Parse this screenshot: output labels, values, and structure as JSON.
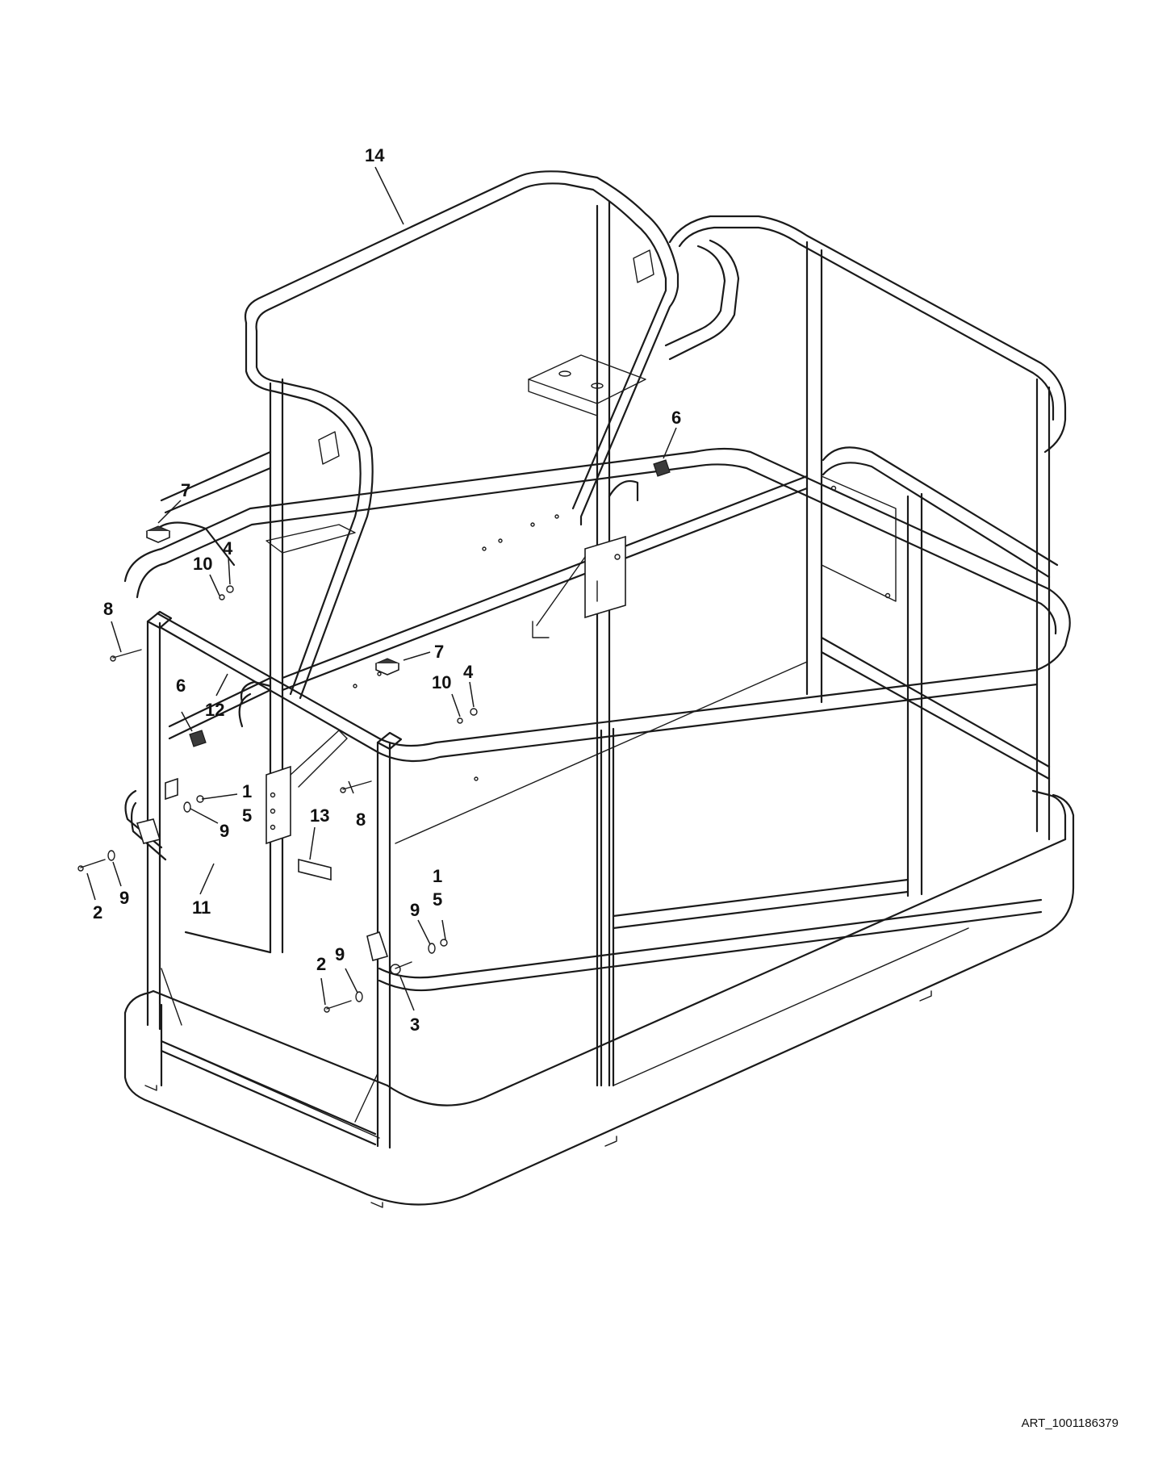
{
  "drawing": {
    "art_number": "ART_1001186379"
  },
  "callouts": {
    "c14": "14",
    "c6_right": "6",
    "c7_left": "7",
    "c10_left": "10",
    "c4_left": "4",
    "c8_left": "8",
    "c7_mid": "7",
    "c10_mid": "10",
    "c4_mid": "4",
    "c6_left": "6",
    "c12": "12",
    "c1_left": "1",
    "c5_left": "5",
    "c9_left_upper": "9",
    "c8_mid": "8",
    "c13": "13",
    "c2_left": "2",
    "c9_left_lower": "9",
    "c11": "11",
    "c1_right": "1",
    "c5_right": "5",
    "c9_right_upper": "9",
    "c2_right": "2",
    "c9_right_lower": "9",
    "c3": "3"
  }
}
